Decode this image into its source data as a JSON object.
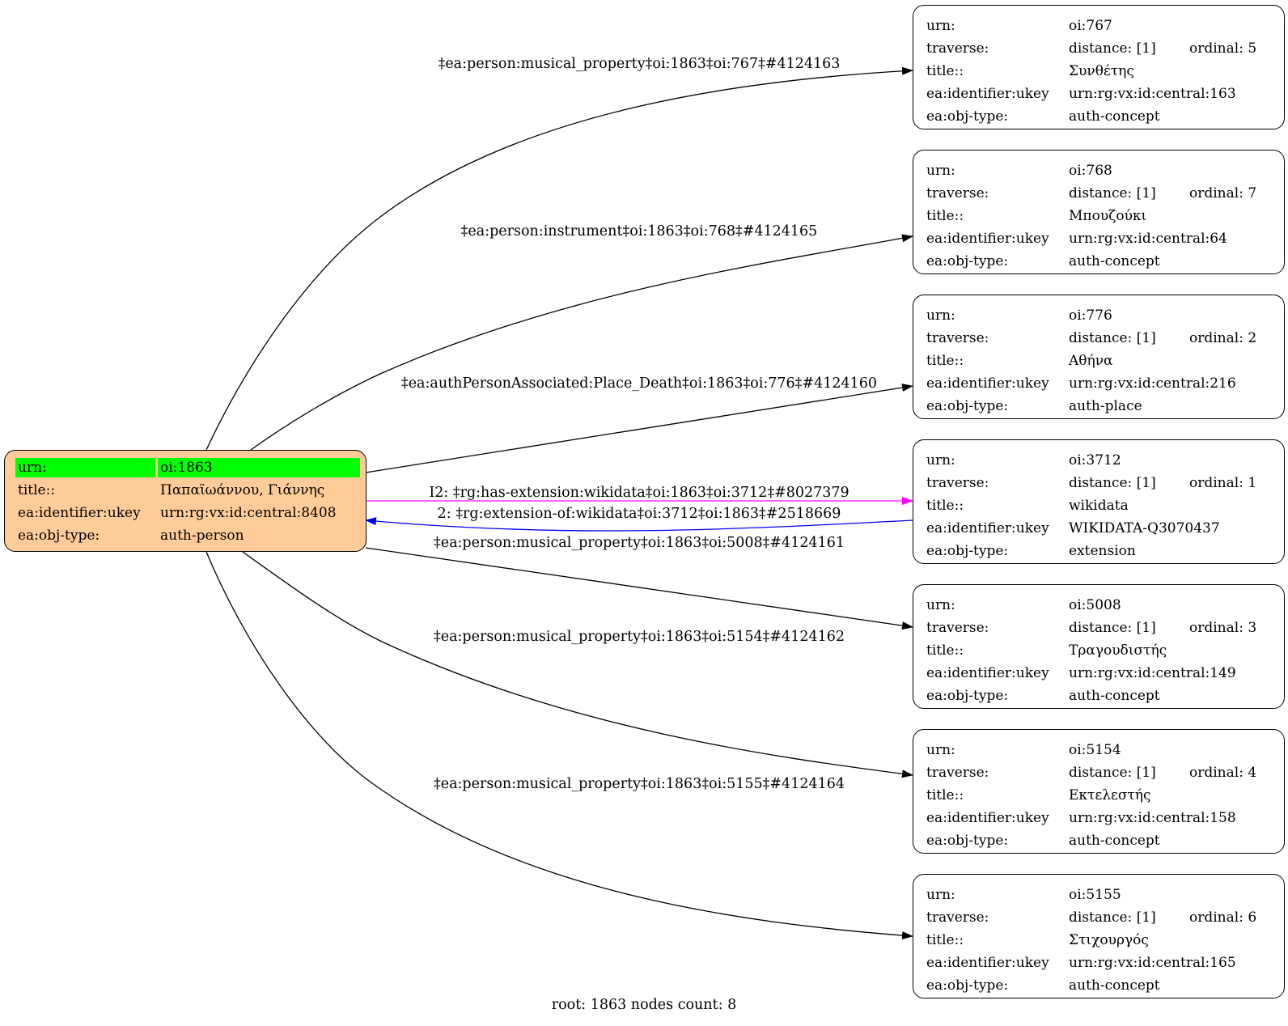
{
  "root": {
    "rows": [
      {
        "key": "urn:",
        "value": "oi:1863"
      },
      {
        "key": "title::",
        "value": "Παπαϊωάννου, Γιάννης"
      },
      {
        "key": "ea:identifier:ukey",
        "value": "urn:rg:vx:id:central:8408"
      },
      {
        "key": "ea:obj-type:",
        "value": "auth-person"
      }
    ],
    "fill": "#ffcc99",
    "highlight": "#00ff00"
  },
  "nodes": [
    {
      "urn": "oi:767",
      "distance": "distance: [1]",
      "ordinal": "ordinal: 5",
      "title": "Συνθέτης",
      "ukey": "urn:rg:vx:id:central:163",
      "objtype": "auth-concept"
    },
    {
      "urn": "oi:768",
      "distance": "distance: [1]",
      "ordinal": "ordinal: 7",
      "title": "Μπουζούκι",
      "ukey": "urn:rg:vx:id:central:64",
      "objtype": "auth-concept"
    },
    {
      "urn": "oi:776",
      "distance": "distance: [1]",
      "ordinal": "ordinal: 2",
      "title": "Αθήνα",
      "ukey": "urn:rg:vx:id:central:216",
      "objtype": "auth-place"
    },
    {
      "urn": "oi:3712",
      "distance": "distance: [1]",
      "ordinal": "ordinal: 1",
      "title": "wikidata",
      "ukey": "WIKIDATA-Q3070437",
      "objtype": "extension"
    },
    {
      "urn": "oi:5008",
      "distance": "distance: [1]",
      "ordinal": "ordinal: 3",
      "title": "Τραγουδιστής",
      "ukey": "urn:rg:vx:id:central:149",
      "objtype": "auth-concept"
    },
    {
      "urn": "oi:5154",
      "distance": "distance: [1]",
      "ordinal": "ordinal: 4",
      "title": "Εκτελεστής",
      "ukey": "urn:rg:vx:id:central:158",
      "objtype": "auth-concept"
    },
    {
      "urn": "oi:5155",
      "distance": "distance: [1]",
      "ordinal": "ordinal: 6",
      "title": "Στιχουργός",
      "ukey": "urn:rg:vx:id:central:165",
      "objtype": "auth-concept"
    }
  ],
  "node_keys": {
    "urn": "urn:",
    "traverse": "traverse:",
    "title": "title::",
    "ukey": "ea:identifier:ukey",
    "objtype": "ea:obj-type:"
  },
  "edges": [
    {
      "label": "‡ea:person:musical_property‡oi:1863‡oi:767‡#4124163",
      "color": "#000000"
    },
    {
      "label": "‡ea:person:instrument‡oi:1863‡oi:768‡#4124165",
      "color": "#000000"
    },
    {
      "label": "‡ea:authPersonAssociated:Place_Death‡oi:1863‡oi:776‡#4124160",
      "color": "#000000"
    },
    {
      "label": "I2: ‡rg:has-extension:wikidata‡oi:1863‡oi:3712‡#8027379",
      "color": "#ff00ff"
    },
    {
      "label": "2: ‡rg:extension-of:wikidata‡oi:3712‡oi:1863‡#2518669",
      "color": "#0000ff"
    },
    {
      "label": "‡ea:person:musical_property‡oi:1863‡oi:5008‡#4124161",
      "color": "#000000"
    },
    {
      "label": "‡ea:person:musical_property‡oi:1863‡oi:5154‡#4124162",
      "color": "#000000"
    },
    {
      "label": "‡ea:person:musical_property‡oi:1863‡oi:5155‡#4124164",
      "color": "#000000"
    }
  ],
  "footer": "root: 1863 nodes count: 8"
}
